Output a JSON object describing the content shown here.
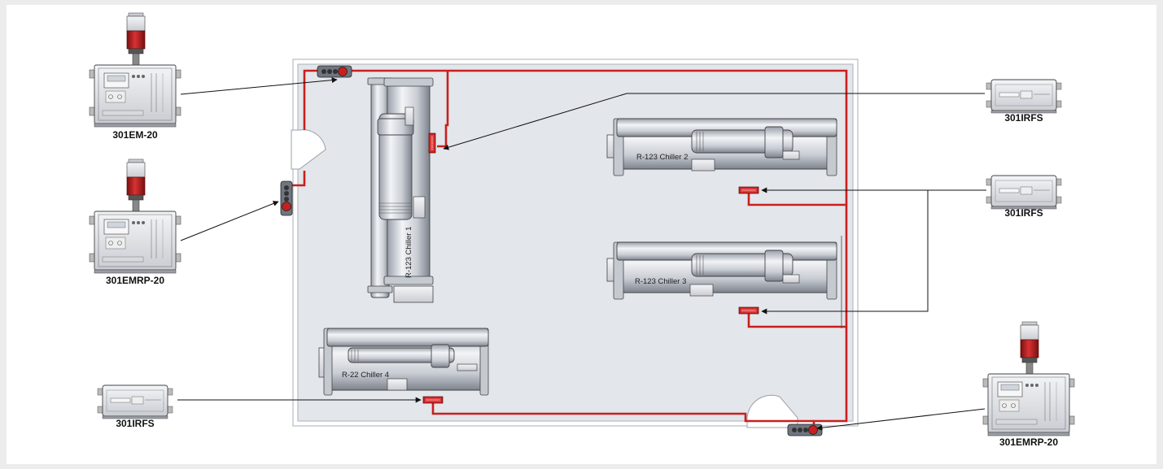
{
  "colors": {
    "background": "#ececec",
    "room_fill": "#e5e7eb",
    "wire": "#c8201e",
    "arrow": "#111111",
    "device_body": "#dcdfe4",
    "beacon_red": "#b11d1d"
  },
  "devices": [
    {
      "id": "dev1",
      "label": "301EM-20",
      "kind": "controller_with_strobe"
    },
    {
      "id": "dev2",
      "label": "301EMRP-20",
      "kind": "controller_with_strobe"
    },
    {
      "id": "dev3",
      "label": "301IRFS",
      "kind": "sensor_box"
    },
    {
      "id": "dev4",
      "label": "301IRFS",
      "kind": "sensor_box"
    },
    {
      "id": "dev5",
      "label": "301IRFS",
      "kind": "sensor_box"
    },
    {
      "id": "dev6",
      "label": "301EMRP-20",
      "kind": "controller_with_strobe"
    }
  ],
  "chillers": [
    {
      "id": "ch1",
      "label": "R-123 Chiller 1",
      "orientation": "vertical"
    },
    {
      "id": "ch2",
      "label": "R-123 Chiller  2",
      "orientation": "horizontal"
    },
    {
      "id": "ch3",
      "label": "R-123 Chiller 3",
      "orientation": "horizontal"
    },
    {
      "id": "ch4",
      "label": "R-22 Chiller 4",
      "orientation": "horizontal"
    }
  ]
}
